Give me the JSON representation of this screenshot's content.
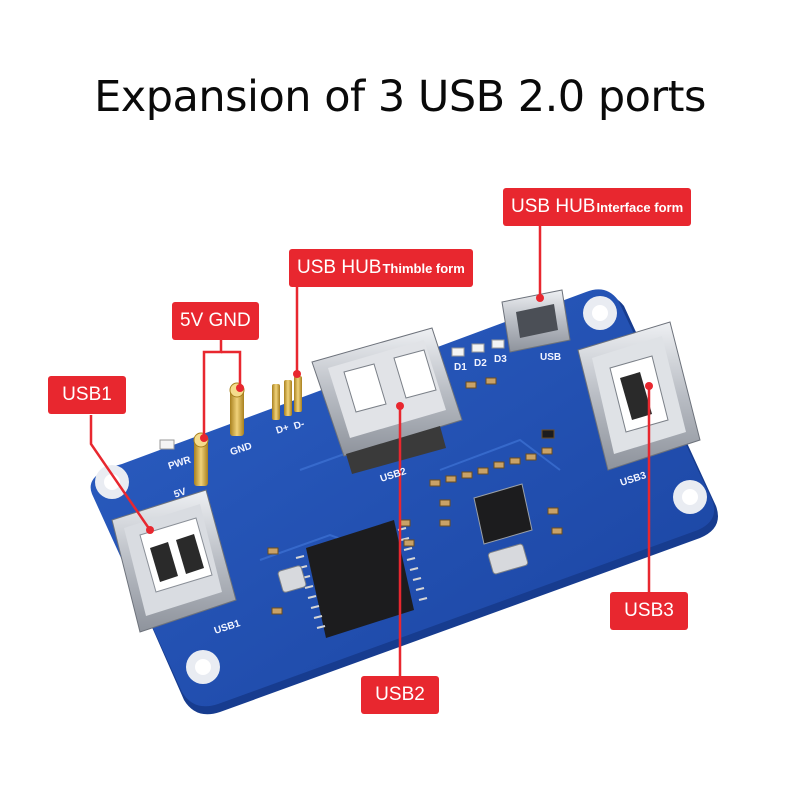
{
  "title": "Expansion of 3 USB 2.0 ports",
  "callouts": {
    "interface": {
      "main": "USB HUB",
      "sub": "Interface form"
    },
    "thimble": {
      "main": "USB HUB",
      "sub": "Thimble form"
    },
    "power": "5V GND",
    "usb1": "USB1",
    "usb2": "USB2",
    "usb3": "USB3"
  },
  "silkscreen": {
    "pwr": "PWR",
    "gnd": "GND",
    "five_v": "5V",
    "d_plus": "D+",
    "d_minus": "D-",
    "d1": "D1",
    "d2": "D2",
    "d3": "D3",
    "usb": "USB",
    "usb1": "USB1",
    "usb2": "USB2",
    "usb3": "USB3"
  },
  "colors": {
    "callout": "#e8272f",
    "pcb": "#1f4fb0",
    "metal": "#c9ccd2"
  }
}
